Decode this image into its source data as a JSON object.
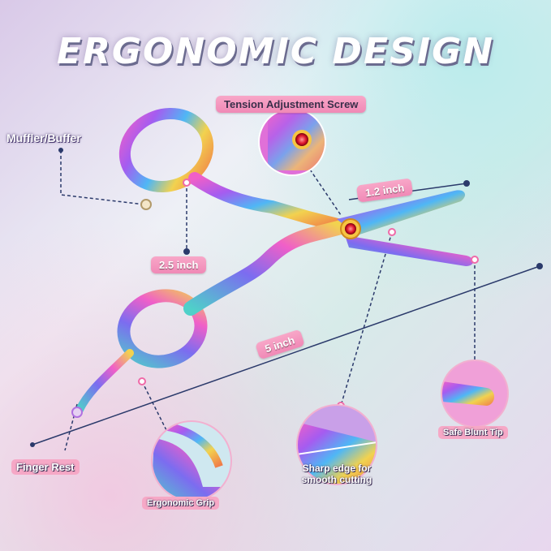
{
  "headline": "ERGONOMIC DESIGN",
  "labels": {
    "tension": "Tension Adjustment Screw",
    "muffler": "Muffler/Buffer",
    "tip_length": "1.2 inch",
    "blade_length": "2.5 inch",
    "total_length": "5 inch",
    "blunt_tip": "Safe Blunt Tip",
    "sharp_edge_line1": "Sharp edge for",
    "sharp_edge_line2": "smooth cutting",
    "finger_rest": "Finger Rest",
    "grip": "Ergonomic Grip"
  },
  "colors": {
    "accent_pink": "#f089b6",
    "guide_line": "#2b3a6b",
    "scissor_gradient": [
      "#f05fc8",
      "#a55cf0",
      "#4fb7f5",
      "#f2d24f",
      "#f07a48"
    ]
  },
  "icons": [
    "muffler-screw-icon",
    "pivot-screw-icon"
  ]
}
